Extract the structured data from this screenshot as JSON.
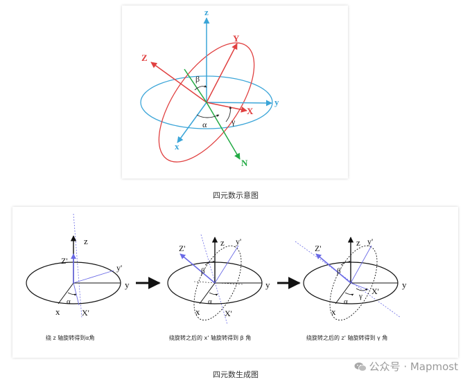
{
  "figure1": {
    "caption": "四元数示意图",
    "labels": {
      "z": "z",
      "y": "y",
      "x": "x",
      "Z": "Z",
      "Y": "Y",
      "X": "X",
      "N": "N",
      "alpha": "α",
      "beta": "β",
      "gamma": "γ"
    },
    "colors": {
      "original_axes": "#3ba5d8",
      "rotated_axes": "#e04040",
      "node_line": "#22aa44"
    }
  },
  "figure2": {
    "caption": "四元数生成图",
    "steps": [
      {
        "caption": "绕 z 轴旋转得到α角",
        "labels": {
          "z": "z",
          "zp": "Z'",
          "yp": "y'",
          "y": "y",
          "x": "x",
          "xp": "X'",
          "alpha": "α"
        }
      },
      {
        "caption": "绕旋转之后的 x' 轴旋转得到 β 角",
        "labels": {
          "z": "z",
          "zp": "Z'",
          "yp": "y'",
          "y": "y",
          "x": "x",
          "xp": "X'",
          "alpha": "α",
          "beta": "β"
        }
      },
      {
        "caption": "绕旋转之后的 z' 轴旋转得到 γ 角",
        "labels": {
          "z": "z",
          "zp": "Z'",
          "yp": "y'",
          "y": "y",
          "x": "x",
          "xp": "X'",
          "alpha": "α",
          "beta": "β",
          "gamma": "γ"
        }
      }
    ],
    "colors": {
      "rotated_axis": "#6a6ae6"
    }
  },
  "watermark": {
    "text": "公众号 · Mapmost",
    "icon": "wechat-icon"
  }
}
